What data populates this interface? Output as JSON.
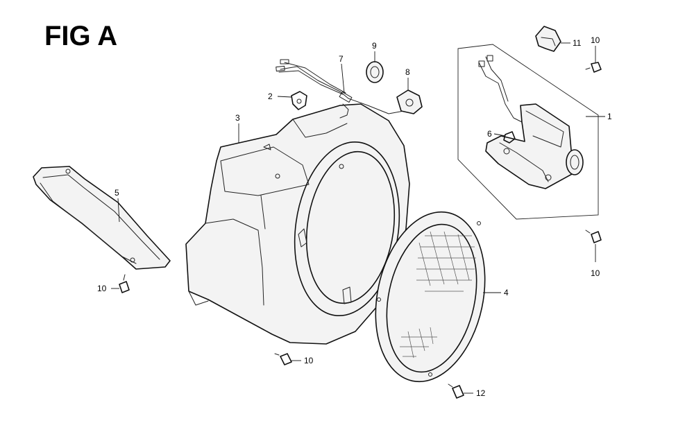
{
  "figure": {
    "title": "FIG A"
  },
  "callouts": {
    "c1": "1",
    "c2": "2",
    "c3": "3",
    "c4": "4",
    "c5": "5",
    "c6": "6",
    "c7": "7",
    "c8": "8",
    "c9": "9",
    "c10a": "10",
    "c10b": "10",
    "c10c": "10",
    "c10d": "10",
    "c11": "11",
    "c12": "12"
  }
}
